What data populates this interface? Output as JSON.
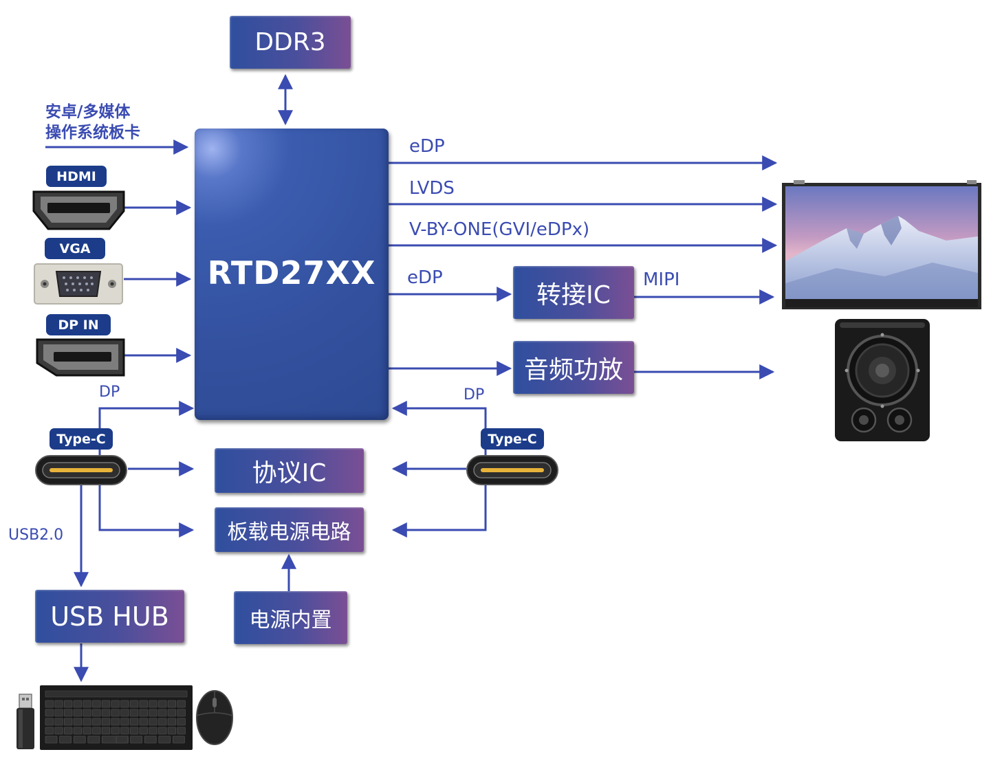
{
  "main_chip": {
    "label": "RTD27XX"
  },
  "boxes": {
    "ddr3": "DDR3",
    "bridge_ic": "转接IC",
    "audio_amp": "音频功放",
    "protocol_ic": "协议IC",
    "power_circuit": "板载电源电路",
    "builtin_power": "电源内置",
    "usb_hub": "USB HUB"
  },
  "inputs": {
    "android_board": [
      "安卓/多媒体",
      "操作系统板卡"
    ],
    "hdmi": "HDMI",
    "vga": "VGA",
    "dp_in": "DP IN",
    "typec_left": "Type-C",
    "typec_right": "Type-C",
    "dp_left": "DP",
    "dp_right": "DP",
    "usb20": "USB2.0"
  },
  "outputs": {
    "edp_top": "eDP",
    "lvds": "LVDS",
    "vbyone": "V-BY-ONE(GVI/eDPx)",
    "edp_bridge": "eDP",
    "mipi": "MIPI"
  },
  "colors": {
    "line": "#3a4bb1",
    "box_start": "#2f4f9e",
    "box_end": "#7a4f94",
    "tag": "#1c3c8a"
  },
  "icons": [
    "hdmi-port-icon",
    "vga-port-icon",
    "displayport-icon",
    "usb-type-c-port-icon",
    "lcd-panel-icon",
    "speaker-icon",
    "usb-dongle-icon",
    "keyboard-icon",
    "mouse-icon"
  ]
}
